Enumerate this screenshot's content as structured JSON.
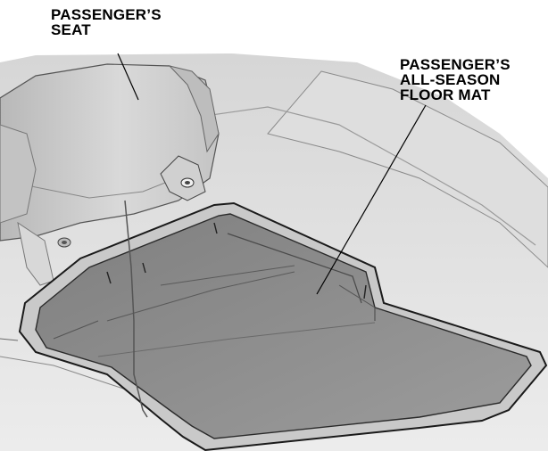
{
  "callouts": {
    "seat": {
      "line1": "PASSENGER’S",
      "line2": "SEAT"
    },
    "floor_mat": {
      "line1": "PASSENGER’S",
      "line2": "ALL-SEASON",
      "line3": "FLOOR MAT"
    }
  },
  "colors": {
    "background": "#ffffff",
    "floor_panel": "#e4e4e4",
    "seat_body": "#cfcfcf",
    "mat_fill": "#8f8f8f",
    "mat_rim": "#c8c8c8",
    "outline": "#1a1a1a",
    "leader": "#000000"
  }
}
